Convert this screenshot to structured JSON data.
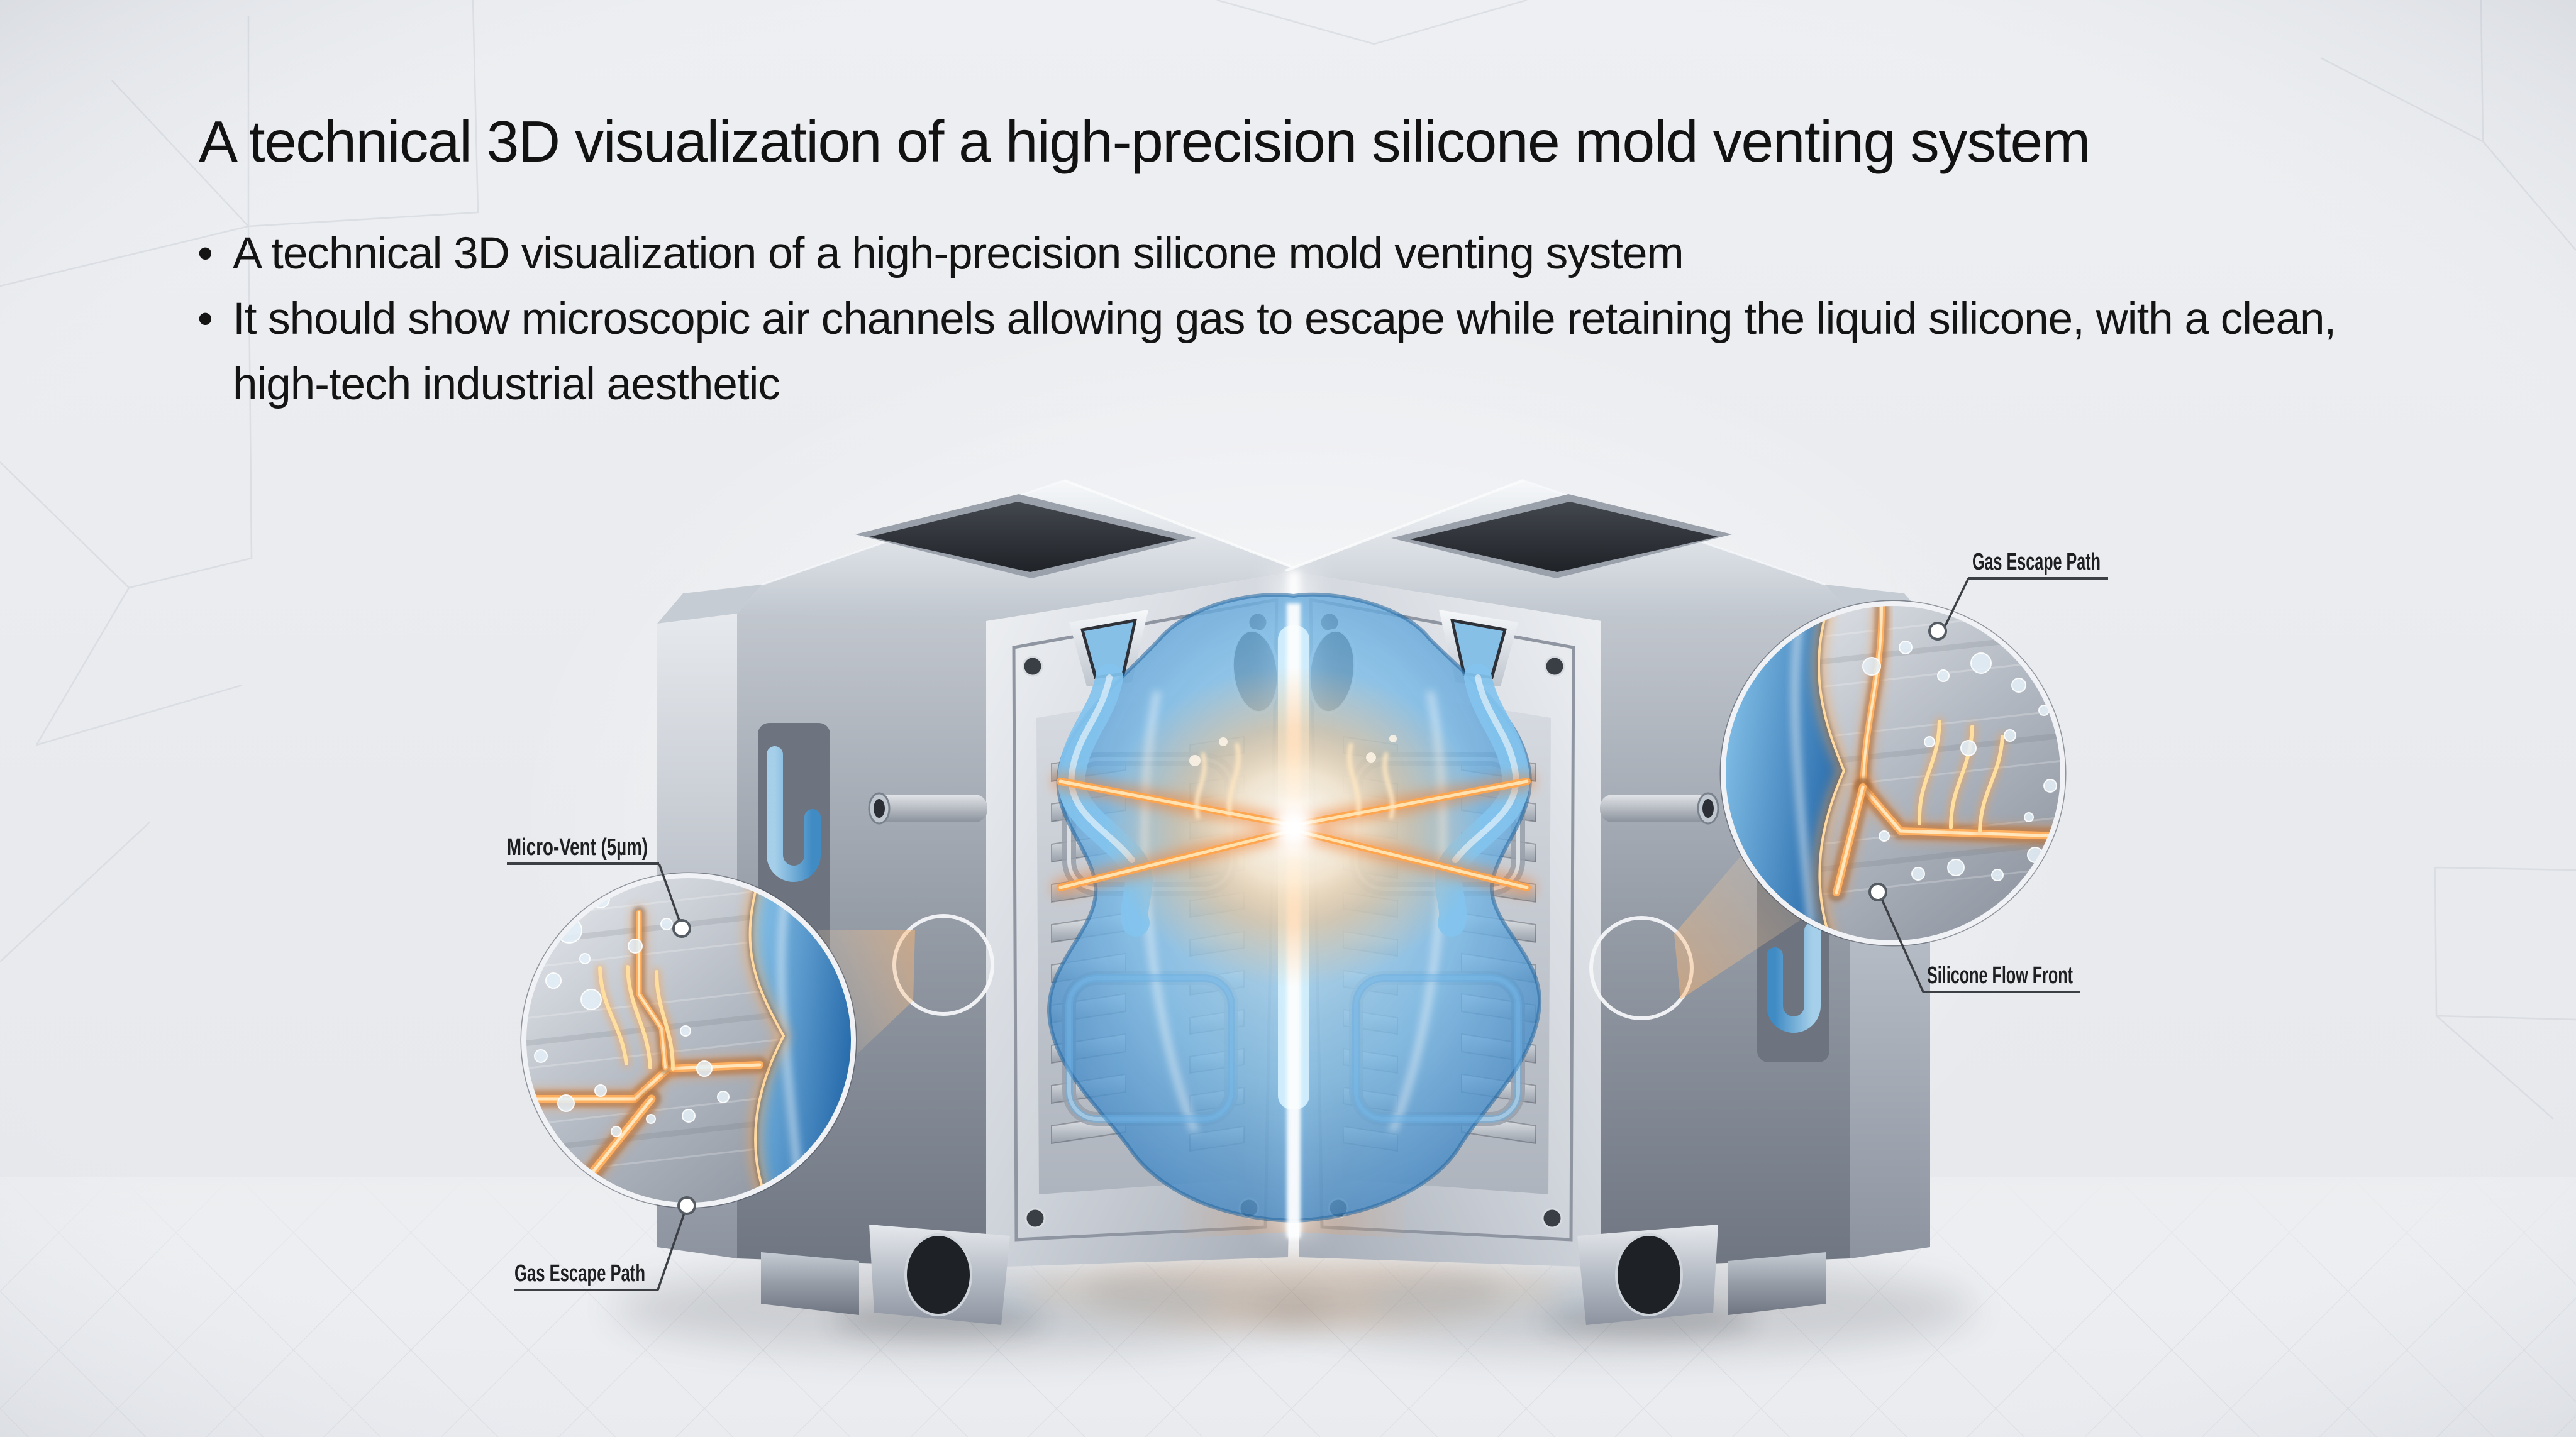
{
  "slide": {
    "title": "A technical 3D visualization of a high-precision silicone mold venting system",
    "bullet_char": "•",
    "bullets": [
      "A technical 3D visualization of a high-precision silicone mold venting system",
      "It should show microscopic air channels allowing gas to escape while retaining the liquid silicone, with a clean, high-tech industrial aesthetic"
    ]
  },
  "callouts": {
    "micro_vent": "Micro-Vent (5µm)",
    "gas_escape_left": "Gas Escape Path",
    "gas_escape_right": "Gas Escape Path",
    "silicone_flow_front": "Silicone Flow Front"
  },
  "colors": {
    "background": "#e9ebef",
    "accent_orange": "#ff9f45",
    "glow_core": "#ffe3b8",
    "silicone_blue": "#4a9fd8",
    "metal_light": "#eef0f3",
    "metal_dark": "#7c838e",
    "label_text": "#1d1f21"
  }
}
